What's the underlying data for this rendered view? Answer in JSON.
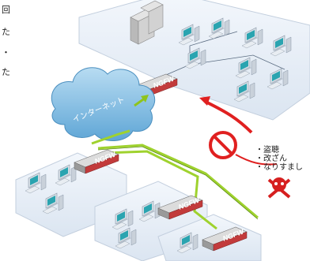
{
  "side_text": [
    "回",
    "た",
    "・",
    "た"
  ],
  "cloud_label": "インターネット",
  "firewalls": [
    {
      "label": "NGFW"
    },
    {
      "label": "NGFW"
    },
    {
      "label": "NGFW"
    },
    {
      "label": "NGFW"
    }
  ],
  "threats": [
    "・盗聴",
    "・改ざん",
    "・なりすまし"
  ],
  "colors": {
    "cloud": "#8ec3e4",
    "platform": "#e6eef8",
    "firewall_label": "#d61f1f",
    "vpn_line": "#9fd22e",
    "attack_arrow": "#e02020",
    "no_sign": "#e02020"
  },
  "icons": [
    "server-rack-icon",
    "desktop-pc-icon",
    "prohibition-icon",
    "skull-crossbones-icon",
    "arrow-icon"
  ]
}
